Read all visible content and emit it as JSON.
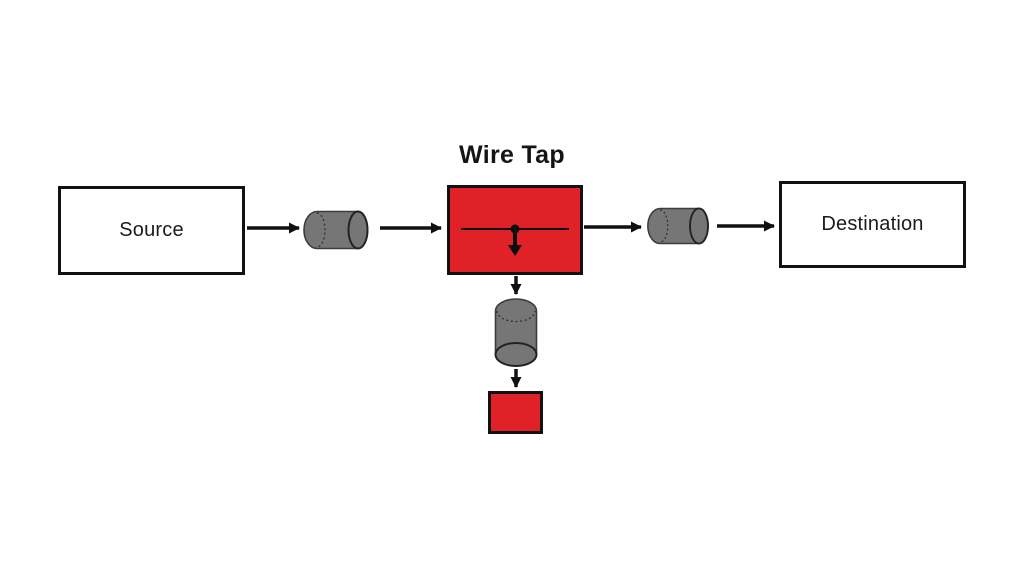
{
  "title": "Wire Tap",
  "diagram": {
    "wiretap_label": "Wire Tap",
    "source_label": "Source",
    "destination_label": "Destination"
  },
  "icons": {
    "input_channel": "cylinder-pipe-icon",
    "output_channel": "cylinder-pipe-icon",
    "tap_channel": "cylinder-pipe-icon",
    "tap_splitter": "line-dot-down-arrow-icon"
  },
  "colors": {
    "red": "#e02127",
    "gray": "#767676",
    "gray_stroke": "#3c3c3c",
    "ink": "#111111",
    "background": "#ffffff"
  }
}
